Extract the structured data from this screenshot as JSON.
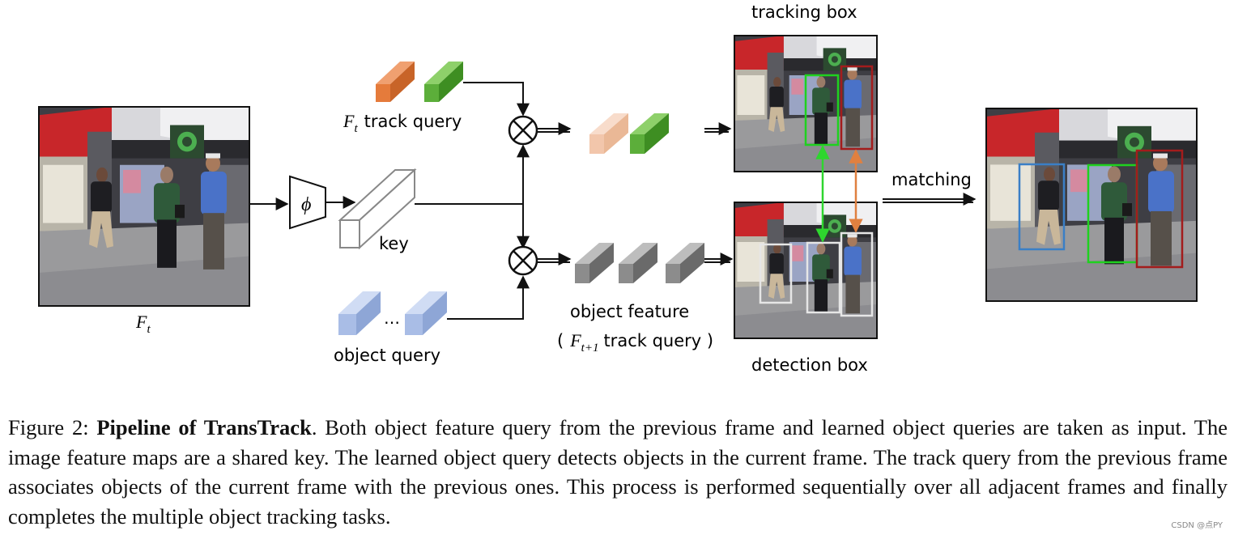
{
  "figure": {
    "labels": {
      "frame_symbol": "F",
      "frame_sub": "t",
      "phi": "ϕ",
      "key": "key",
      "track_query_symbol": "F",
      "track_query_sub": "t",
      "track_query_text": "track query",
      "object_query": "object query",
      "object_query_ellipsis": "…",
      "object_feature": "object feature",
      "next_track_query_open": "(",
      "next_track_query_symbol": "F",
      "next_track_query_sub": "t+1",
      "next_track_query_text": "track query )",
      "tracking_box": "tracking box",
      "detection_box": "detection box",
      "matching": "matching"
    },
    "colors": {
      "track_query_orange": "#e57b3b",
      "track_query_green": "#5cae3a",
      "faded_orange": "#f2c6ab",
      "object_query_blue": "#a9bde6",
      "object_feature_gray": "#8c8c8c",
      "box_green": "#1fd11f",
      "box_red": "#a31c1c",
      "box_blue": "#3a7fc6",
      "box_white": "#e6e6e6",
      "arrow_green": "#2ed62e",
      "arrow_orange": "#e08040"
    }
  },
  "caption": {
    "prefix": "Figure 2: ",
    "title": "Pipeline of TransTrack",
    "body": ". Both object feature query from the previous frame and learned object queries are taken as input. The image feature maps are a shared key. The learned object query detects objects in the current frame. The track query from the previous frame associates objects of the current frame with the previous ones.  This process is performed sequentially over all adjacent frames and finally completes the multiple object tracking tasks."
  },
  "watermark": "CSDN @点PY"
}
